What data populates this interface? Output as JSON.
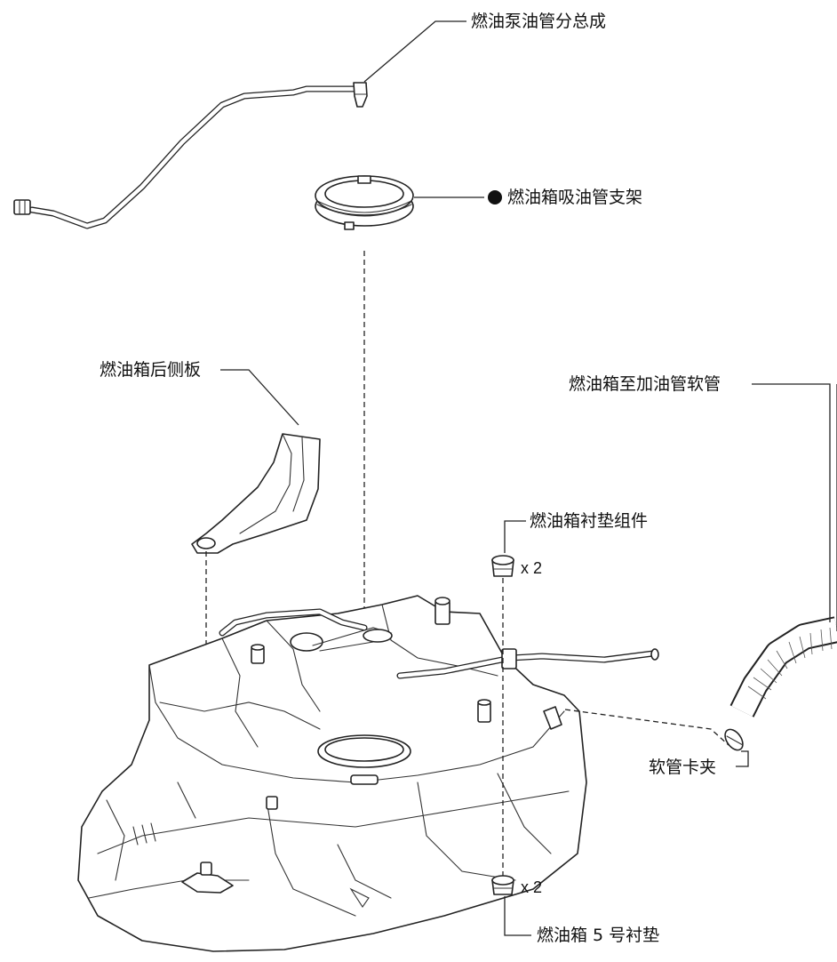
{
  "labels": {
    "fuel_pump_tube": "燃油泵油管分总成",
    "suction_bracket": "燃油箱吸油管支架",
    "rear_side_panel": "燃油箱后侧板",
    "filler_hose": "燃油箱至加油管软管",
    "cushion_assembly": "燃油箱衬垫组件",
    "hose_clamp": "软管卡夹",
    "cushion_no5": "燃油箱 5 号衬垫"
  },
  "quantities": {
    "cushion_assembly_qty": "x 2",
    "cushion_no5_qty": "x 2"
  },
  "markers": {
    "suction_bracket": "filled-circle-non-reusable"
  }
}
